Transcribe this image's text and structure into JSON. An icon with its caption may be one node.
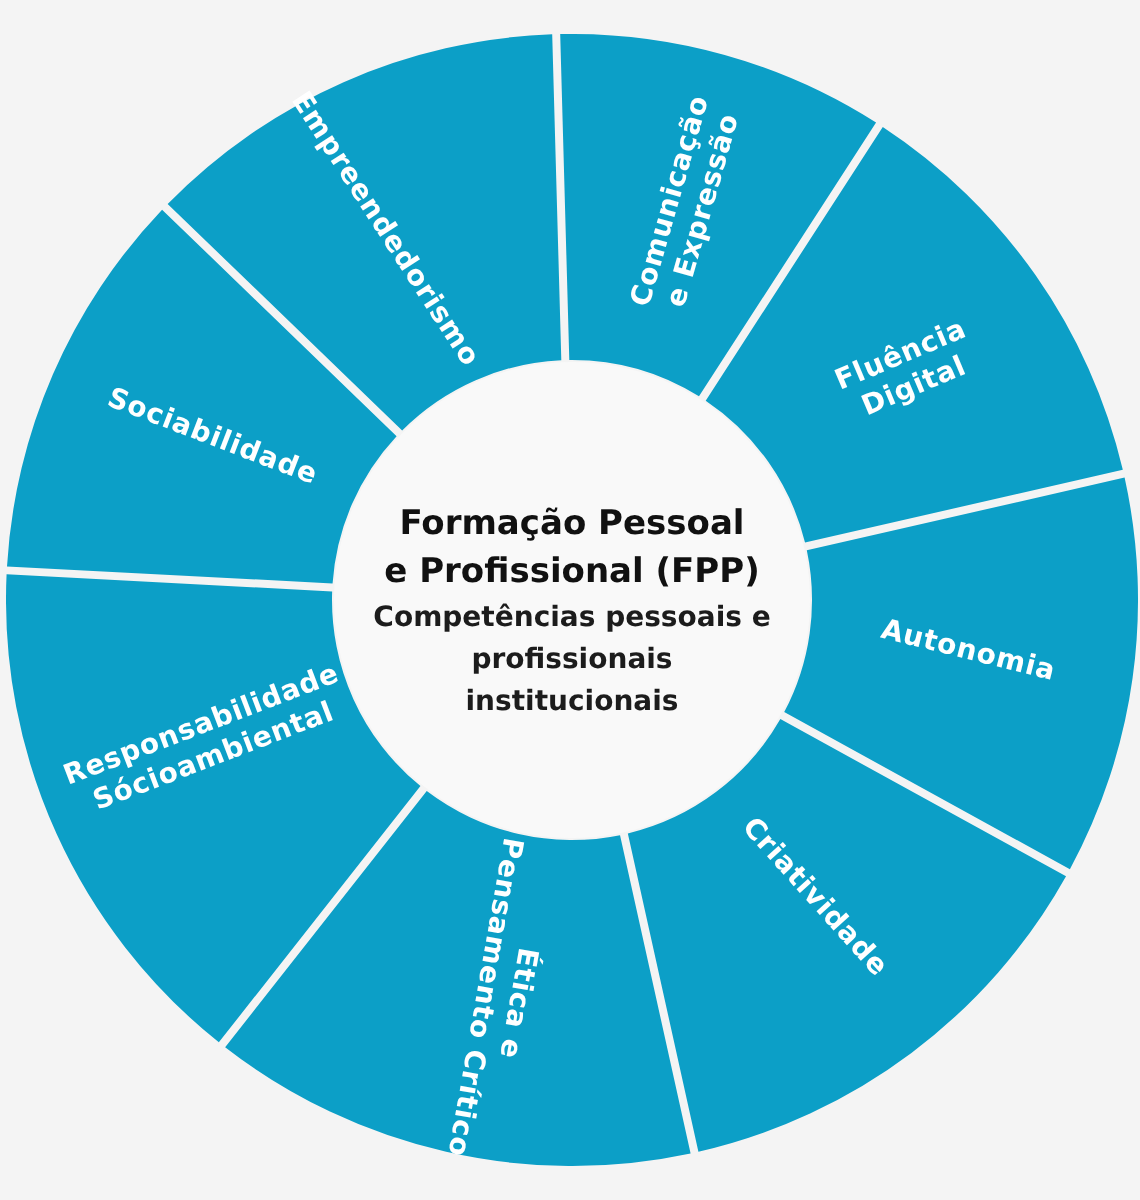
{
  "diagram": {
    "nodes": [
      {
        "text": [
          "Formação Pessoal e Profissional (FPP)",
          "Competências pessoais e profissionais institucionais"
        ]
      },
      {
        "text": [
          "Empreendedorismo"
        ]
      },
      {
        "text": [
          "Comunicação e Expressão"
        ]
      },
      {
        "text": [
          "Fluência Digital"
        ]
      },
      {
        "text": [
          "Autonomia"
        ]
      },
      {
        "text": [
          "Criatividade"
        ]
      },
      {
        "text": [
          "Ética e Pensamento Crítico"
        ]
      },
      {
        "text": [
          "Responsabilidade Sócioambiental"
        ]
      },
      {
        "text": [
          "Sociabilidade"
        ]
      }
    ]
  }
}
